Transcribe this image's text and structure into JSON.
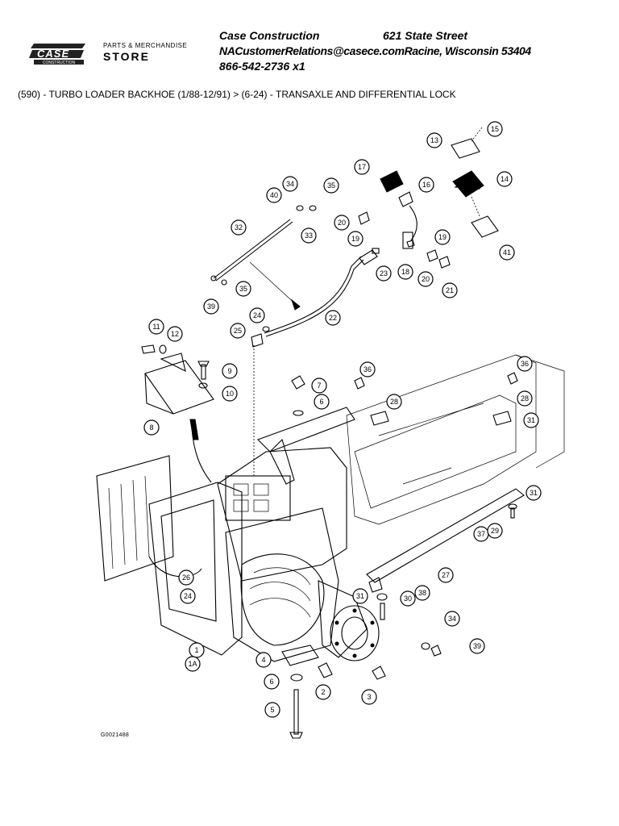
{
  "logo": {
    "brand": "CASE",
    "sub": "CONSTRUCTION",
    "store_line1": "PARTS & MERCHANDISE",
    "store_line2": "STORE"
  },
  "header": {
    "company": "Case Construction",
    "address": "621 State Street",
    "email_city": "NACustomerRelations@casece.comRacine, Wisconsin 53404",
    "phone": "866-542-2736 x1"
  },
  "breadcrumb": "(590) - TURBO LOADER BACKHOE (1/88-12/91) > (6-24) - TRANSAXLE AND DIFFERENTIAL LOCK",
  "figure_id": "G0021488",
  "callouts": [
    {
      "label": "15"
    },
    {
      "label": "13"
    },
    {
      "label": "14"
    },
    {
      "label": "17"
    },
    {
      "label": "16"
    },
    {
      "label": "34"
    },
    {
      "label": "40"
    },
    {
      "label": "35"
    },
    {
      "label": "33"
    },
    {
      "label": "32"
    },
    {
      "label": "20"
    },
    {
      "label": "19"
    },
    {
      "label": "19"
    },
    {
      "label": "41"
    },
    {
      "label": "18"
    },
    {
      "label": "23"
    },
    {
      "label": "20"
    },
    {
      "label": "21"
    },
    {
      "label": "35"
    },
    {
      "label": "39"
    },
    {
      "label": "22"
    },
    {
      "label": "24"
    },
    {
      "label": "25"
    },
    {
      "label": "11"
    },
    {
      "label": "12"
    },
    {
      "label": "9"
    },
    {
      "label": "10"
    },
    {
      "label": "8"
    },
    {
      "label": "7"
    },
    {
      "label": "6"
    },
    {
      "label": "36"
    },
    {
      "label": "28"
    },
    {
      "label": "36"
    },
    {
      "label": "28"
    },
    {
      "label": "31"
    },
    {
      "label": "31"
    },
    {
      "label": "37"
    },
    {
      "label": "29"
    },
    {
      "label": "27"
    },
    {
      "label": "26"
    },
    {
      "label": "24"
    },
    {
      "label": "31"
    },
    {
      "label": "30"
    },
    {
      "label": "38"
    },
    {
      "label": "34"
    },
    {
      "label": "39"
    },
    {
      "label": "1"
    },
    {
      "label": "1A"
    },
    {
      "label": "4"
    },
    {
      "label": "6"
    },
    {
      "label": "2"
    },
    {
      "label": "3"
    },
    {
      "label": "5"
    }
  ]
}
